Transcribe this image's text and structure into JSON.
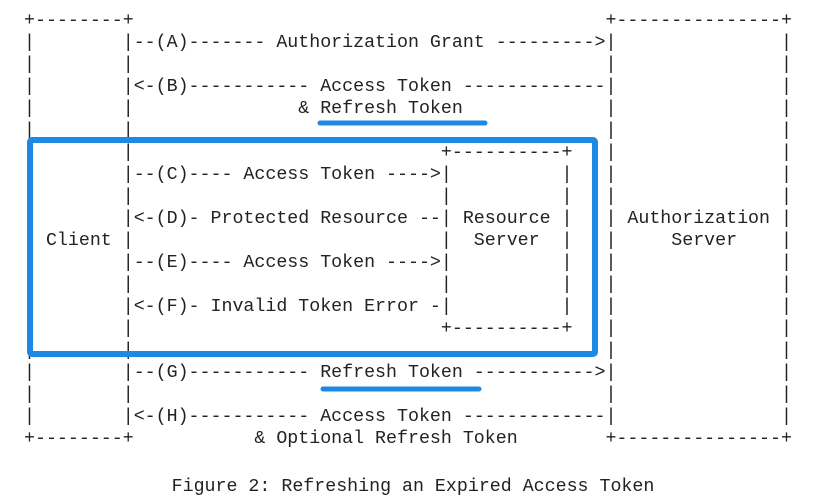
{
  "diagram": {
    "lines": [
      "+--------+                                           +---------------+",
      "|        |--(A)------- Authorization Grant --------->|               |",
      "|        |                                           |               |",
      "|        |<-(B)----------- Access Token -------------|               |",
      "|        |               & Refresh Token             |               |",
      "|        |                                           |               |",
      "|        |                            +----------+   |               |",
      "|        |--(C)---- Access Token ---->|          |   |               |",
      "|        |                            |          |   |               |",
      "|        |<-(D)- Protected Resource --| Resource |   | Authorization |",
      "| Client |                            |  Server  |   |     Server    |",
      "|        |--(E)---- Access Token ---->|          |   |               |",
      "|        |                            |          |   |               |",
      "|        |<-(F)- Invalid Token Error -|          |   |               |",
      "|        |                            +----------+   |               |",
      "|        |                                           |               |",
      "|        |--(G)----------- Refresh Token ----------->|               |",
      "|        |                                           |               |",
      "|        |<-(H)----------- Access Token -------------|               |",
      "+--------+           & Optional Refresh Token        +---------------+"
    ]
  },
  "caption": "Figure 2: Refreshing an Expired Access Token",
  "annotations": {
    "highlight_color": "#1e88e5",
    "highlight_box": "Resource server exchange (C)-(F)",
    "underlined_terms": [
      "Refresh Token",
      "Refresh Token"
    ]
  }
}
